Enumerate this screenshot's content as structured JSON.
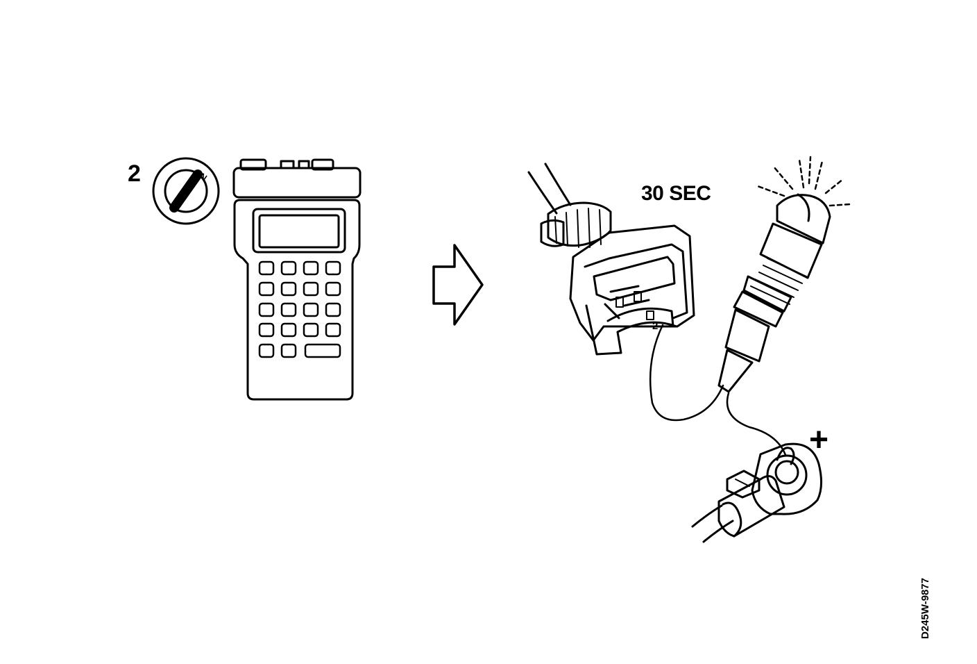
{
  "step_number": "2",
  "ignition": {
    "switch_position_label": "ON"
  },
  "timer_label": "30 SEC",
  "connector": {
    "pin_label": "2"
  },
  "terminal_label": "+",
  "figure_code": "D245W-9877",
  "colors": {
    "ink": "#000000",
    "background": "#ffffff"
  }
}
